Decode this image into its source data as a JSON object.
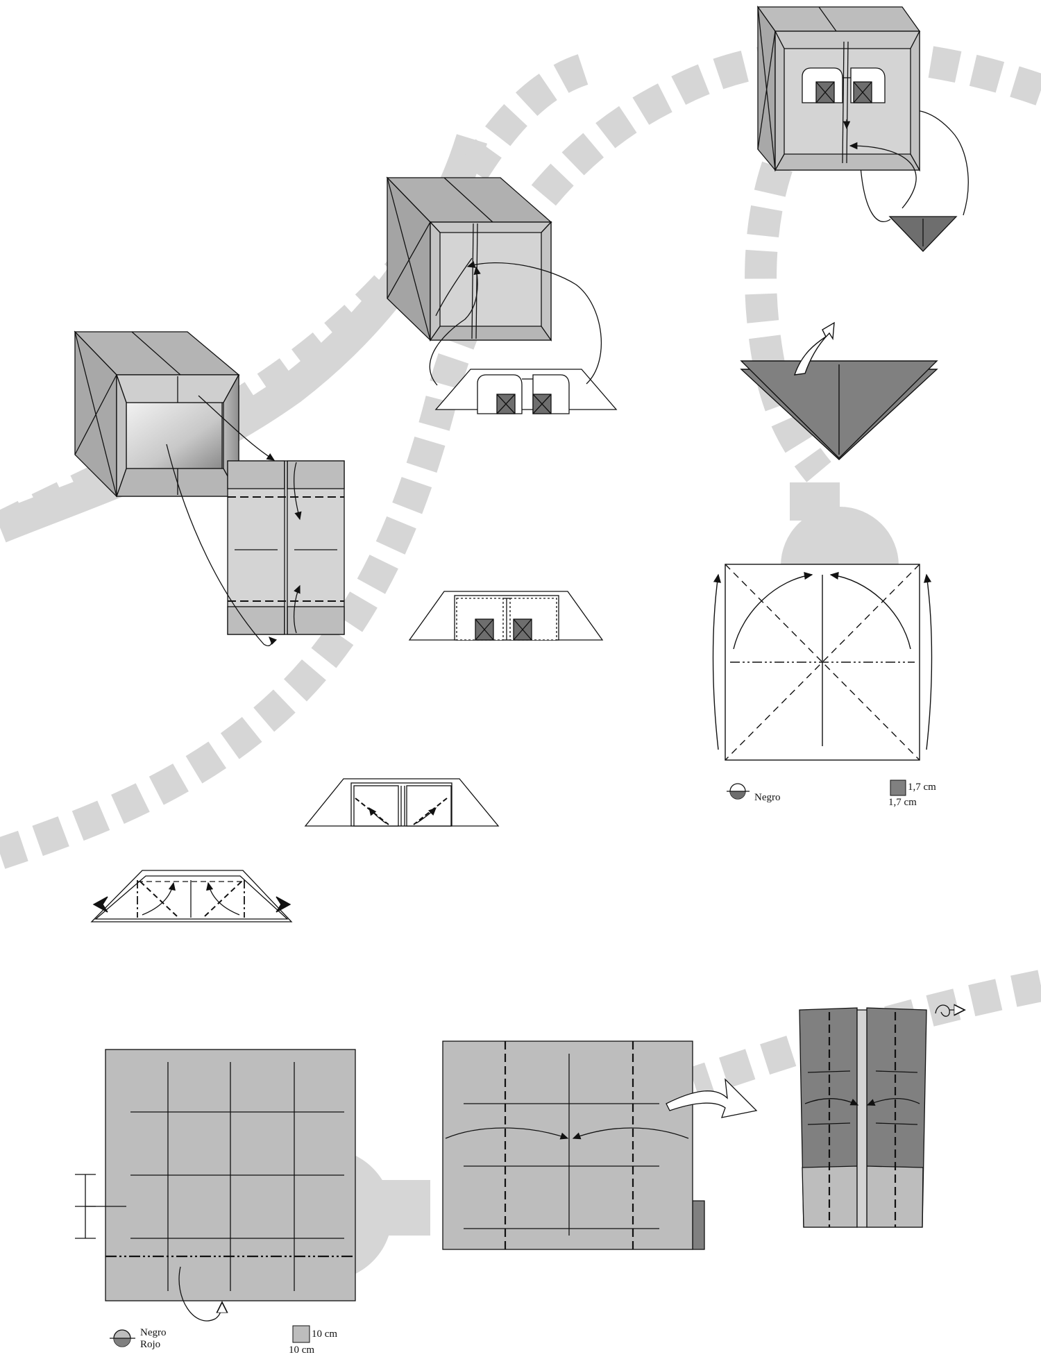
{
  "diagram": {
    "colors": {
      "path_gray": "#d6d6d6",
      "paper_light": "#d4d4d4",
      "paper_mid": "#bdbdbd",
      "paper_dark": "#808080",
      "paper_darker": "#6e6e6e",
      "line": "#111111"
    }
  },
  "legend_top": {
    "color_name": "Negro",
    "size_width": "1,7 cm",
    "size_height": "1,7 cm"
  },
  "legend_bottom": {
    "color_front": "Negro",
    "color_back": "Rojo",
    "size_width": "10 cm",
    "size_height": "10 cm"
  }
}
